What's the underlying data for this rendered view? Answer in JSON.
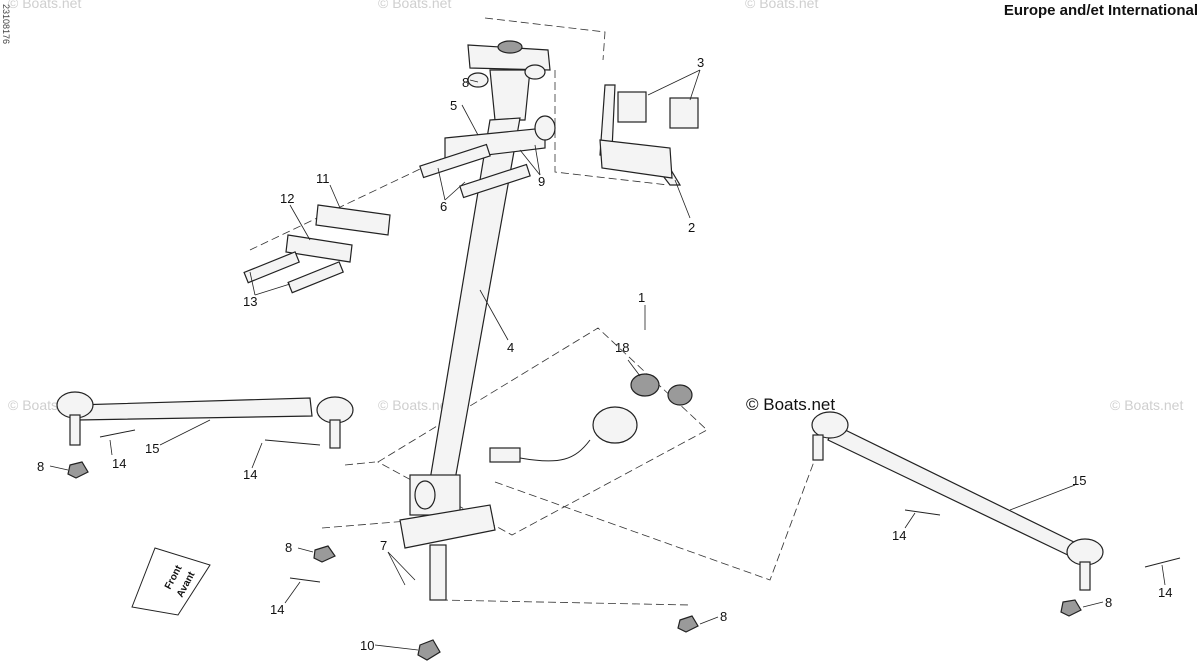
{
  "header": {
    "region_title": "Europe and/et International",
    "drawing_code": "23108176"
  },
  "watermark": "© Boats.net",
  "copyright": "© Boats.net",
  "front_label": [
    "Front",
    "Avant"
  ],
  "callouts": [
    "1",
    "2",
    "3",
    "4",
    "5",
    "6",
    "7",
    "8",
    "9",
    "10",
    "11",
    "12",
    "13",
    "14",
    "15",
    "18"
  ]
}
